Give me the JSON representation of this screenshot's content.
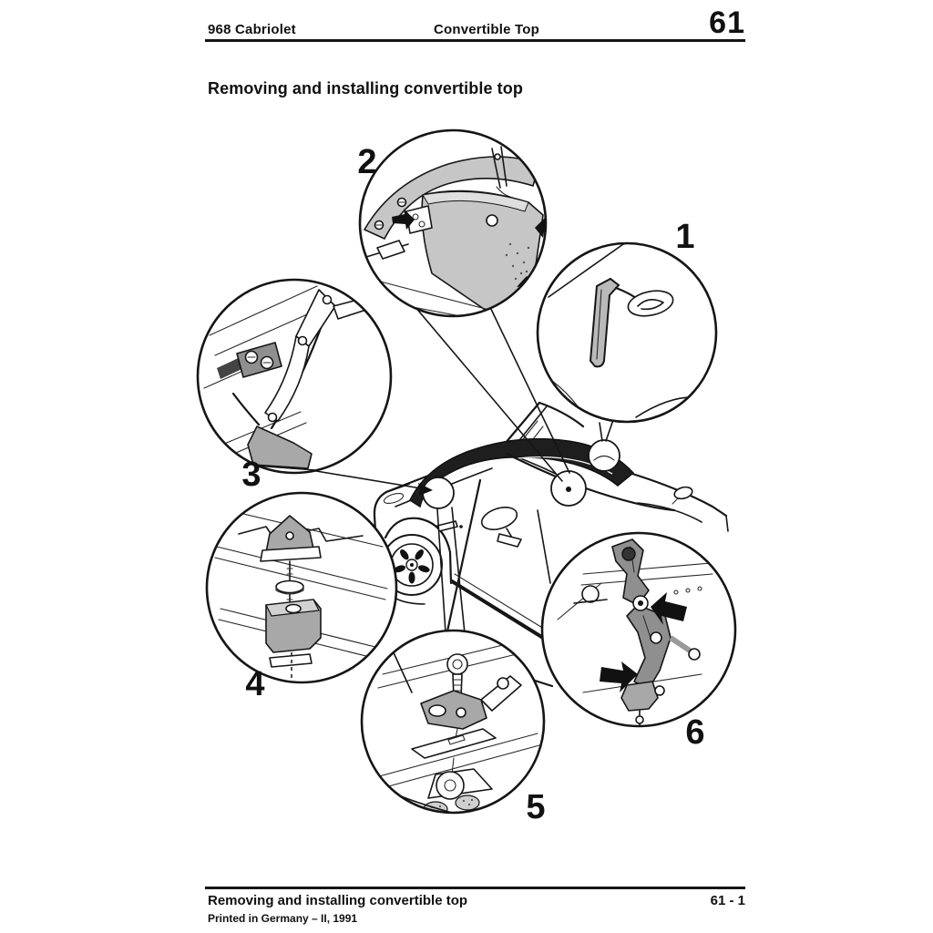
{
  "header": {
    "model": "968 Cabriolet",
    "section": "Convertible Top",
    "chapter_number": "61"
  },
  "title": "Removing and installing convertible top",
  "figure": {
    "callouts": [
      {
        "number": "1"
      },
      {
        "number": "2"
      },
      {
        "number": "3"
      },
      {
        "number": "4"
      },
      {
        "number": "5"
      },
      {
        "number": "6"
      }
    ]
  },
  "footer": {
    "section_title": "Removing and installing convertible top",
    "page_number": "61 - 1",
    "imprint": "Printed in Germany – II, 1991"
  }
}
